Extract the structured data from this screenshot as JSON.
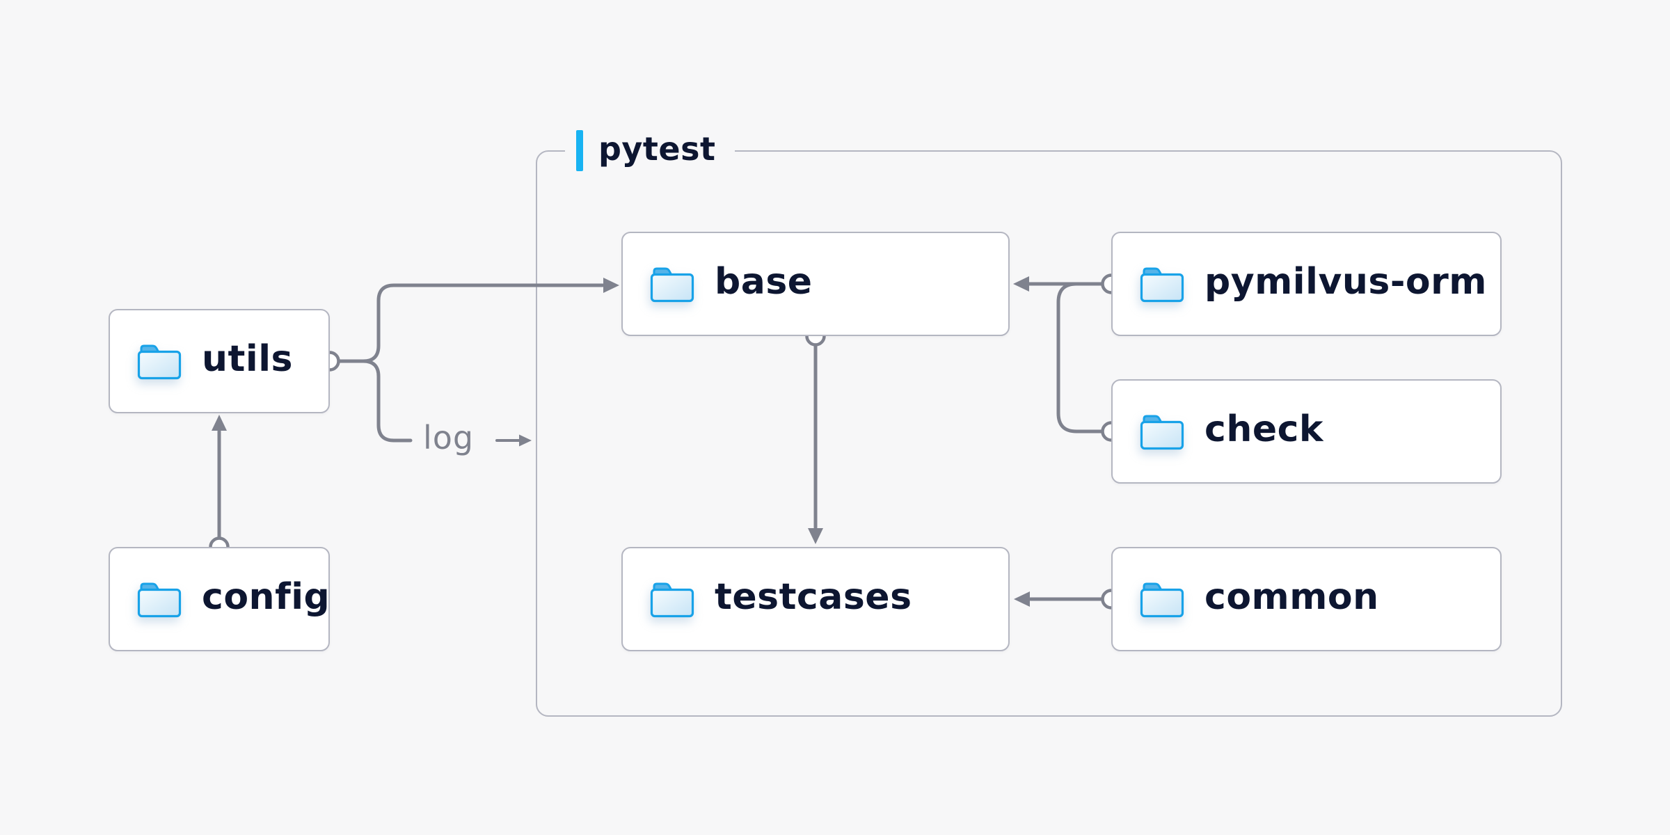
{
  "diagram": {
    "group": {
      "label": "pytest"
    },
    "nodes": [
      {
        "id": "utils",
        "label": "utils",
        "icon": "folder-icon",
        "inside_group": false
      },
      {
        "id": "config",
        "label": "config",
        "icon": "folder-icon",
        "inside_group": false
      },
      {
        "id": "base",
        "label": "base",
        "icon": "folder-icon",
        "inside_group": true
      },
      {
        "id": "pymilvus-orm",
        "label": "pymilvus-orm",
        "icon": "folder-icon",
        "inside_group": true
      },
      {
        "id": "check",
        "label": "check",
        "icon": "folder-icon",
        "inside_group": true
      },
      {
        "id": "testcases",
        "label": "testcases",
        "icon": "folder-icon",
        "inside_group": true
      },
      {
        "id": "common",
        "label": "common",
        "icon": "folder-icon",
        "inside_group": true
      }
    ],
    "edges": [
      {
        "from": "config",
        "to": "utils",
        "style": "arrow"
      },
      {
        "from": "utils",
        "to": "base",
        "style": "arrow"
      },
      {
        "from": "utils",
        "to": "log",
        "style": "labeled",
        "label": "log"
      },
      {
        "from": "base",
        "to": "testcases",
        "style": "arrow"
      },
      {
        "from": "pymilvus-orm",
        "to": "base",
        "style": "arrow"
      },
      {
        "from": "check",
        "to": "base",
        "style": "arrow"
      },
      {
        "from": "common",
        "to": "testcases",
        "style": "arrow"
      }
    ],
    "edge_label": "log",
    "colors": {
      "background": "#f7f7f8",
      "node_fill": "#ffffff",
      "node_border": "#b4b6c1",
      "group_border": "#b4b6c1",
      "label_text": "#0d1631",
      "connector": "#7f828e",
      "accent_bar": "#18b3f2",
      "folder_stroke": "#18a2e8",
      "folder_tab": "#55b4e9",
      "folder_fill_light": "#f3fafe",
      "folder_fill_dark": "#cbe6f7",
      "edge_label_text": "#7f828e"
    }
  }
}
